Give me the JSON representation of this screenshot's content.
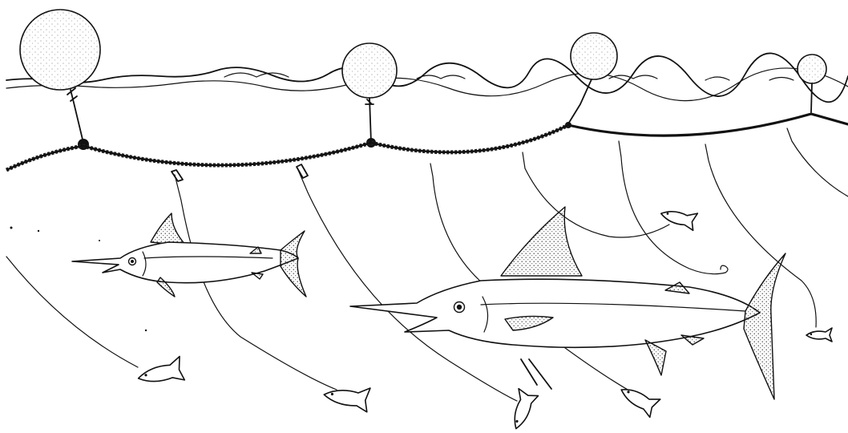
{
  "scene": {
    "subject": "",
    "elements": {
      "floats": 4,
      "marlins": 2,
      "bait_fish": 6,
      "branch_lines": 7
    },
    "colors": {
      "ink": "#111111",
      "paper": "#ffffff"
    }
  }
}
